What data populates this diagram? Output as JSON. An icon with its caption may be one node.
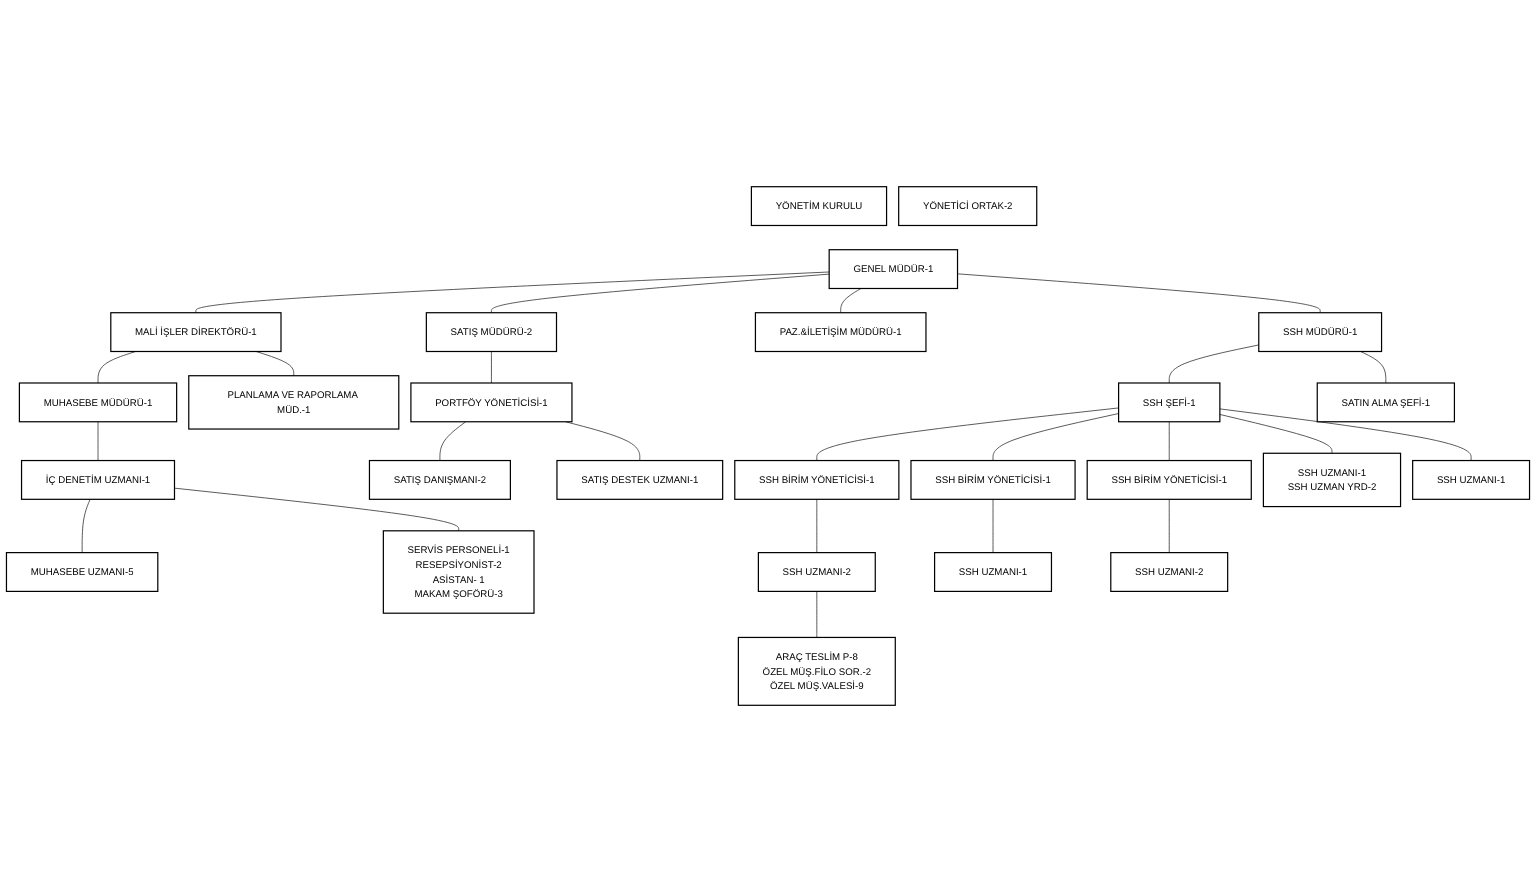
{
  "diagram": {
    "nodes": [
      {
        "text": [
          "YÖNETİM KURULU"
        ]
      },
      {
        "text": [
          "YÖNETİCİ ORTAK-2"
        ]
      },
      {
        "text": [
          "GENEL MÜDÜR-1"
        ]
      },
      {
        "text": [
          "MALİ İŞLER DİREKTÖRÜ-1"
        ]
      },
      {
        "text": [
          "MUHASEBE MÜDÜRÜ-1"
        ]
      },
      {
        "text": [
          "PLANLAMA VE RAPORLAMA MÜD.-1"
        ]
      },
      {
        "text": [
          "İÇ DENETİM UZMANI-1"
        ]
      },
      {
        "text": [
          "MUHASEBE UZMANI-5"
        ]
      },
      {
        "text": [
          "SERVİS PERSONELİ-1",
          "RESEPSİYONİST-2",
          "ASİSTAN- 1",
          "MAKAM ŞOFÖRÜ-3"
        ]
      },
      {
        "text": [
          "SATIŞ MÜDÜRÜ-2"
        ]
      },
      {
        "text": [
          "PAZ.&İLETİŞİM MÜDÜRÜ-1"
        ]
      },
      {
        "text": [
          "SSH MÜDÜRÜ-1"
        ]
      },
      {
        "text": [
          "PORTFÖY YÖNETİCİSİ-1"
        ]
      },
      {
        "text": [
          "SATIŞ DANIŞMANI-2"
        ]
      },
      {
        "text": [
          "SATIŞ DESTEK UZMANI-1"
        ]
      },
      {
        "text": [
          "SSH ŞEFİ-1"
        ]
      },
      {
        "text": [
          "SATIN ALMA ŞEFİ-1"
        ]
      },
      {
        "text": [
          "SSH BİRİM YÖNETİCİSİ-1"
        ]
      },
      {
        "text": [
          "SSH BİRİM YÖNETİCİSİ-1"
        ]
      },
      {
        "text": [
          "SSH BİRİM YÖNETİCİSİ-1"
        ]
      },
      {
        "text": [
          "SSH UZMANI-2"
        ]
      },
      {
        "text": [
          "SSH UZMANI-1"
        ]
      },
      {
        "text": [
          "SSH UZMANI-2"
        ]
      },
      {
        "text": [
          "ARAÇ TESLİM P-8",
          "ÖZEL MÜŞ.FİLO SOR.-2",
          "ÖZEL MÜŞ.VALESİ-9"
        ]
      },
      {
        "text": [
          "SSH UZMANI-1",
          "SSH UZMAN YRD-2"
        ]
      },
      {
        "text": [
          "SSH UZMANI-1"
        ]
      }
    ],
    "edges": [
      {
        "from": 2,
        "to": 3,
        "arrow": "none"
      },
      {
        "from": 3,
        "to": 4,
        "arrow": "none"
      },
      {
        "from": 3,
        "to": 5,
        "arrow": "none"
      },
      {
        "from": 4,
        "to": 6,
        "arrow": "none"
      },
      {
        "from": 6,
        "to": 7,
        "arrow": "none"
      },
      {
        "from": 6,
        "to": 8,
        "arrow": "none"
      },
      {
        "from": 2,
        "to": 9,
        "arrow": "none"
      },
      {
        "from": 2,
        "to": 10,
        "arrow": "none"
      },
      {
        "from": 2,
        "to": 11,
        "arrow": "none"
      },
      {
        "from": 9,
        "to": 12,
        "arrow": "none"
      },
      {
        "from": 12,
        "to": 13,
        "arrow": "none"
      },
      {
        "from": 12,
        "to": 14,
        "arrow": "none"
      },
      {
        "from": 11,
        "to": 15,
        "arrow": "none"
      },
      {
        "from": 11,
        "to": 16,
        "arrow": "none"
      },
      {
        "from": 15,
        "to": 17,
        "arrow": "none"
      },
      {
        "from": 15,
        "to": 18,
        "arrow": "none"
      },
      {
        "from": 15,
        "to": 19,
        "arrow": "none"
      },
      {
        "from": 17,
        "to": 20,
        "arrow": "none"
      },
      {
        "from": 18,
        "to": 21,
        "arrow": "none"
      },
      {
        "from": 19,
        "to": 22,
        "arrow": "none"
      },
      {
        "from": 20,
        "to": 23,
        "arrow": "none"
      },
      {
        "from": 15,
        "to": 24,
        "arrow": "none"
      },
      {
        "from": 15,
        "to": 25,
        "arrow": "none"
      }
    ]
  }
}
